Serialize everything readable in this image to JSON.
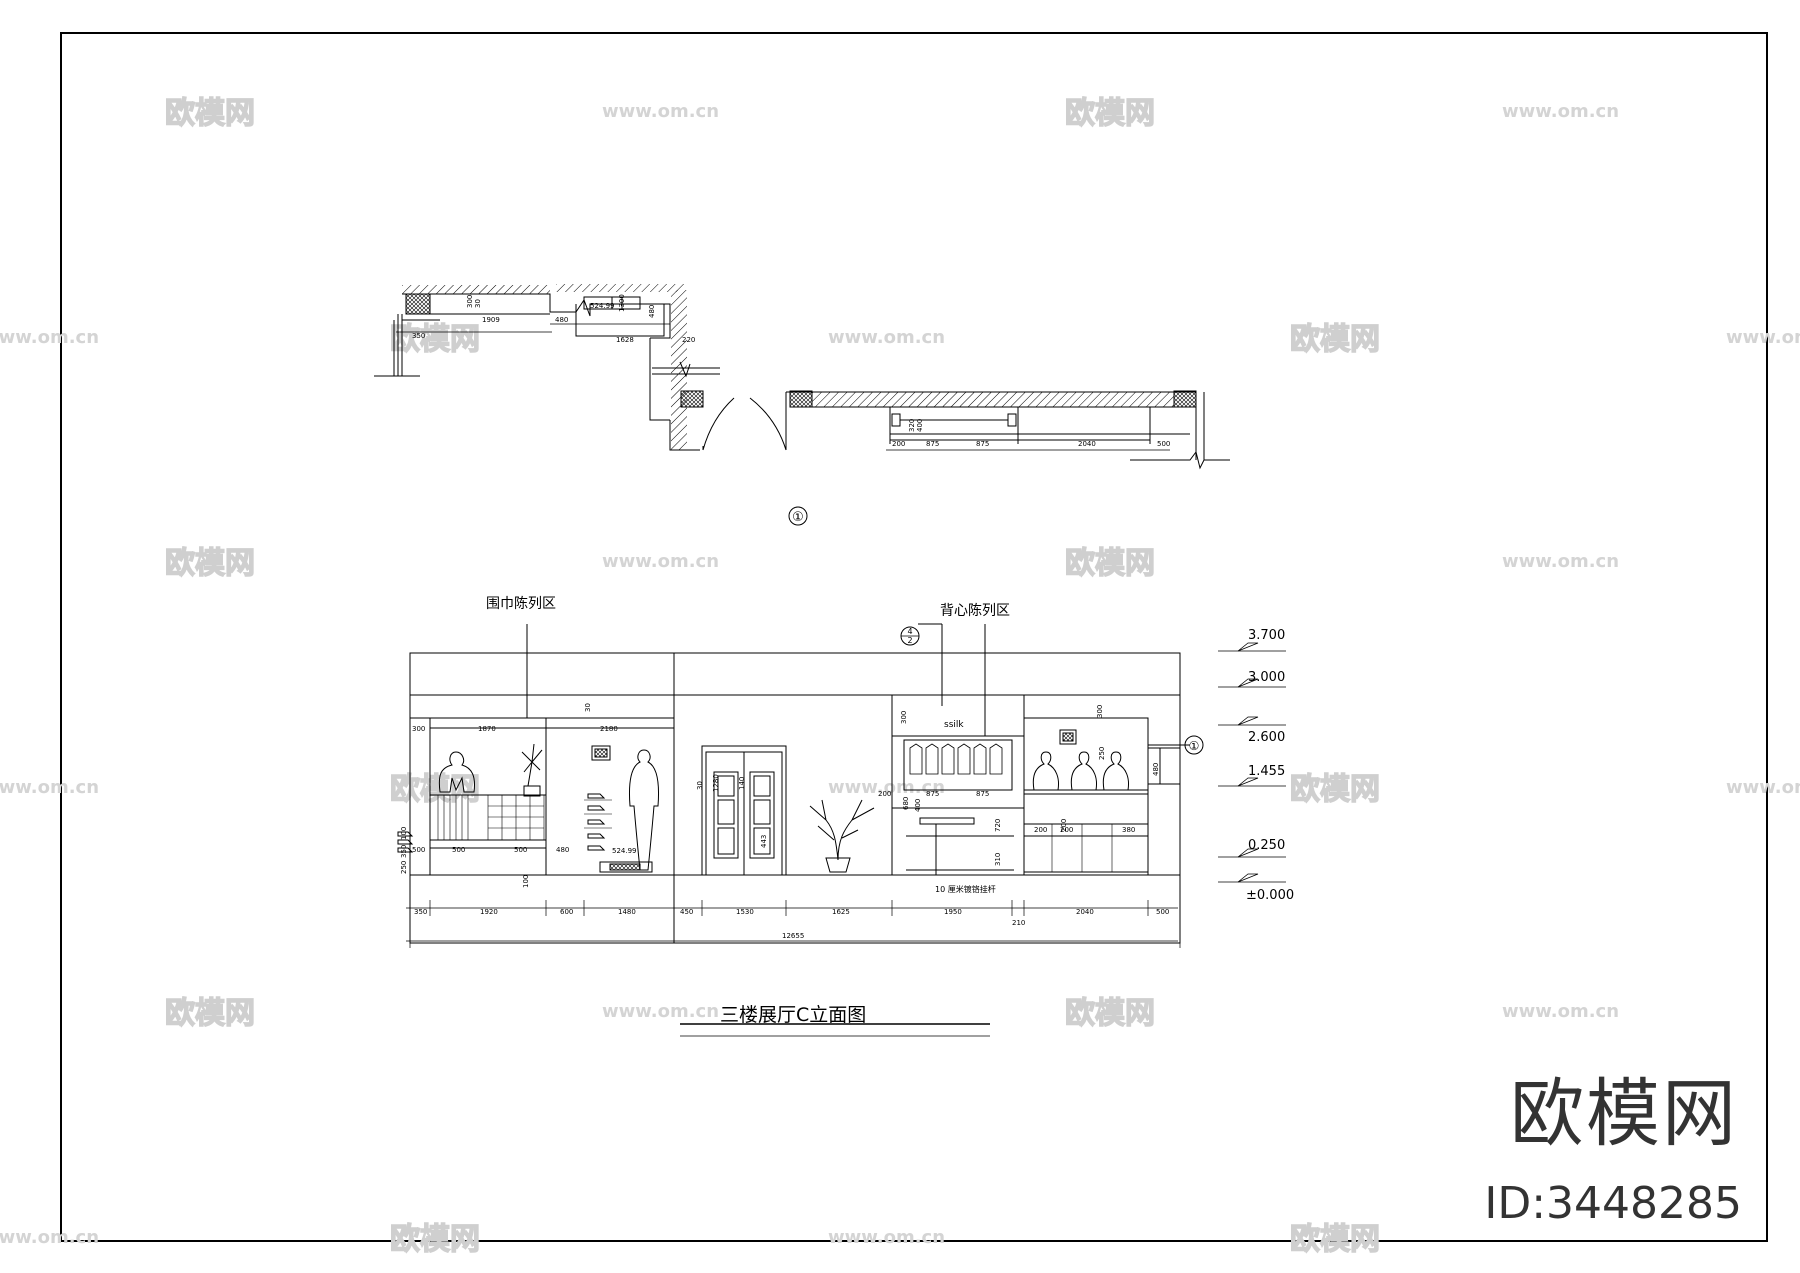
{
  "drawing": {
    "plan_marker": "①",
    "title": "三楼展厅C立面图",
    "zone_scarf": "围巾陈列区",
    "zone_vest": "背心陈列区",
    "section_tag": "①",
    "detail_top": "4",
    "detail_bottom": "2",
    "sign_text": "ssilk",
    "note_bottom": "10 厘米镀铬挂杆",
    "levels": [
      "3.700",
      "3.000",
      "2.600",
      "1.455",
      "0.250",
      "±0.000"
    ],
    "dims_bottom": [
      "350",
      "1920",
      "600",
      "1480",
      "450",
      "1530",
      "1625",
      "1950",
      "2040",
      "500"
    ],
    "dim_total": "12655",
    "dim_210": "210",
    "plan_dims_left": [
      "350",
      "1909",
      "480",
      "1628",
      "220",
      "300",
      "30",
      "524.99",
      "1300",
      "480"
    ],
    "plan_dims_right": [
      "200",
      "875",
      "875",
      "2040",
      "500",
      "320",
      "400"
    ],
    "elev_dims": [
      "300",
      "1870",
      "2180",
      "30",
      "300",
      "100",
      "500",
      "500",
      "480",
      "500",
      "524.99",
      "100",
      "350",
      "250",
      "1280",
      "30",
      "140",
      "443",
      "680",
      "200",
      "875",
      "875",
      "400",
      "720",
      "310",
      "300",
      "200",
      "200",
      "380",
      "200",
      "480",
      "250"
    ]
  },
  "watermark": {
    "cn": "欧模网",
    "url": "www.om.cn",
    "brand": "欧模网",
    "id": "ID:3448285"
  }
}
